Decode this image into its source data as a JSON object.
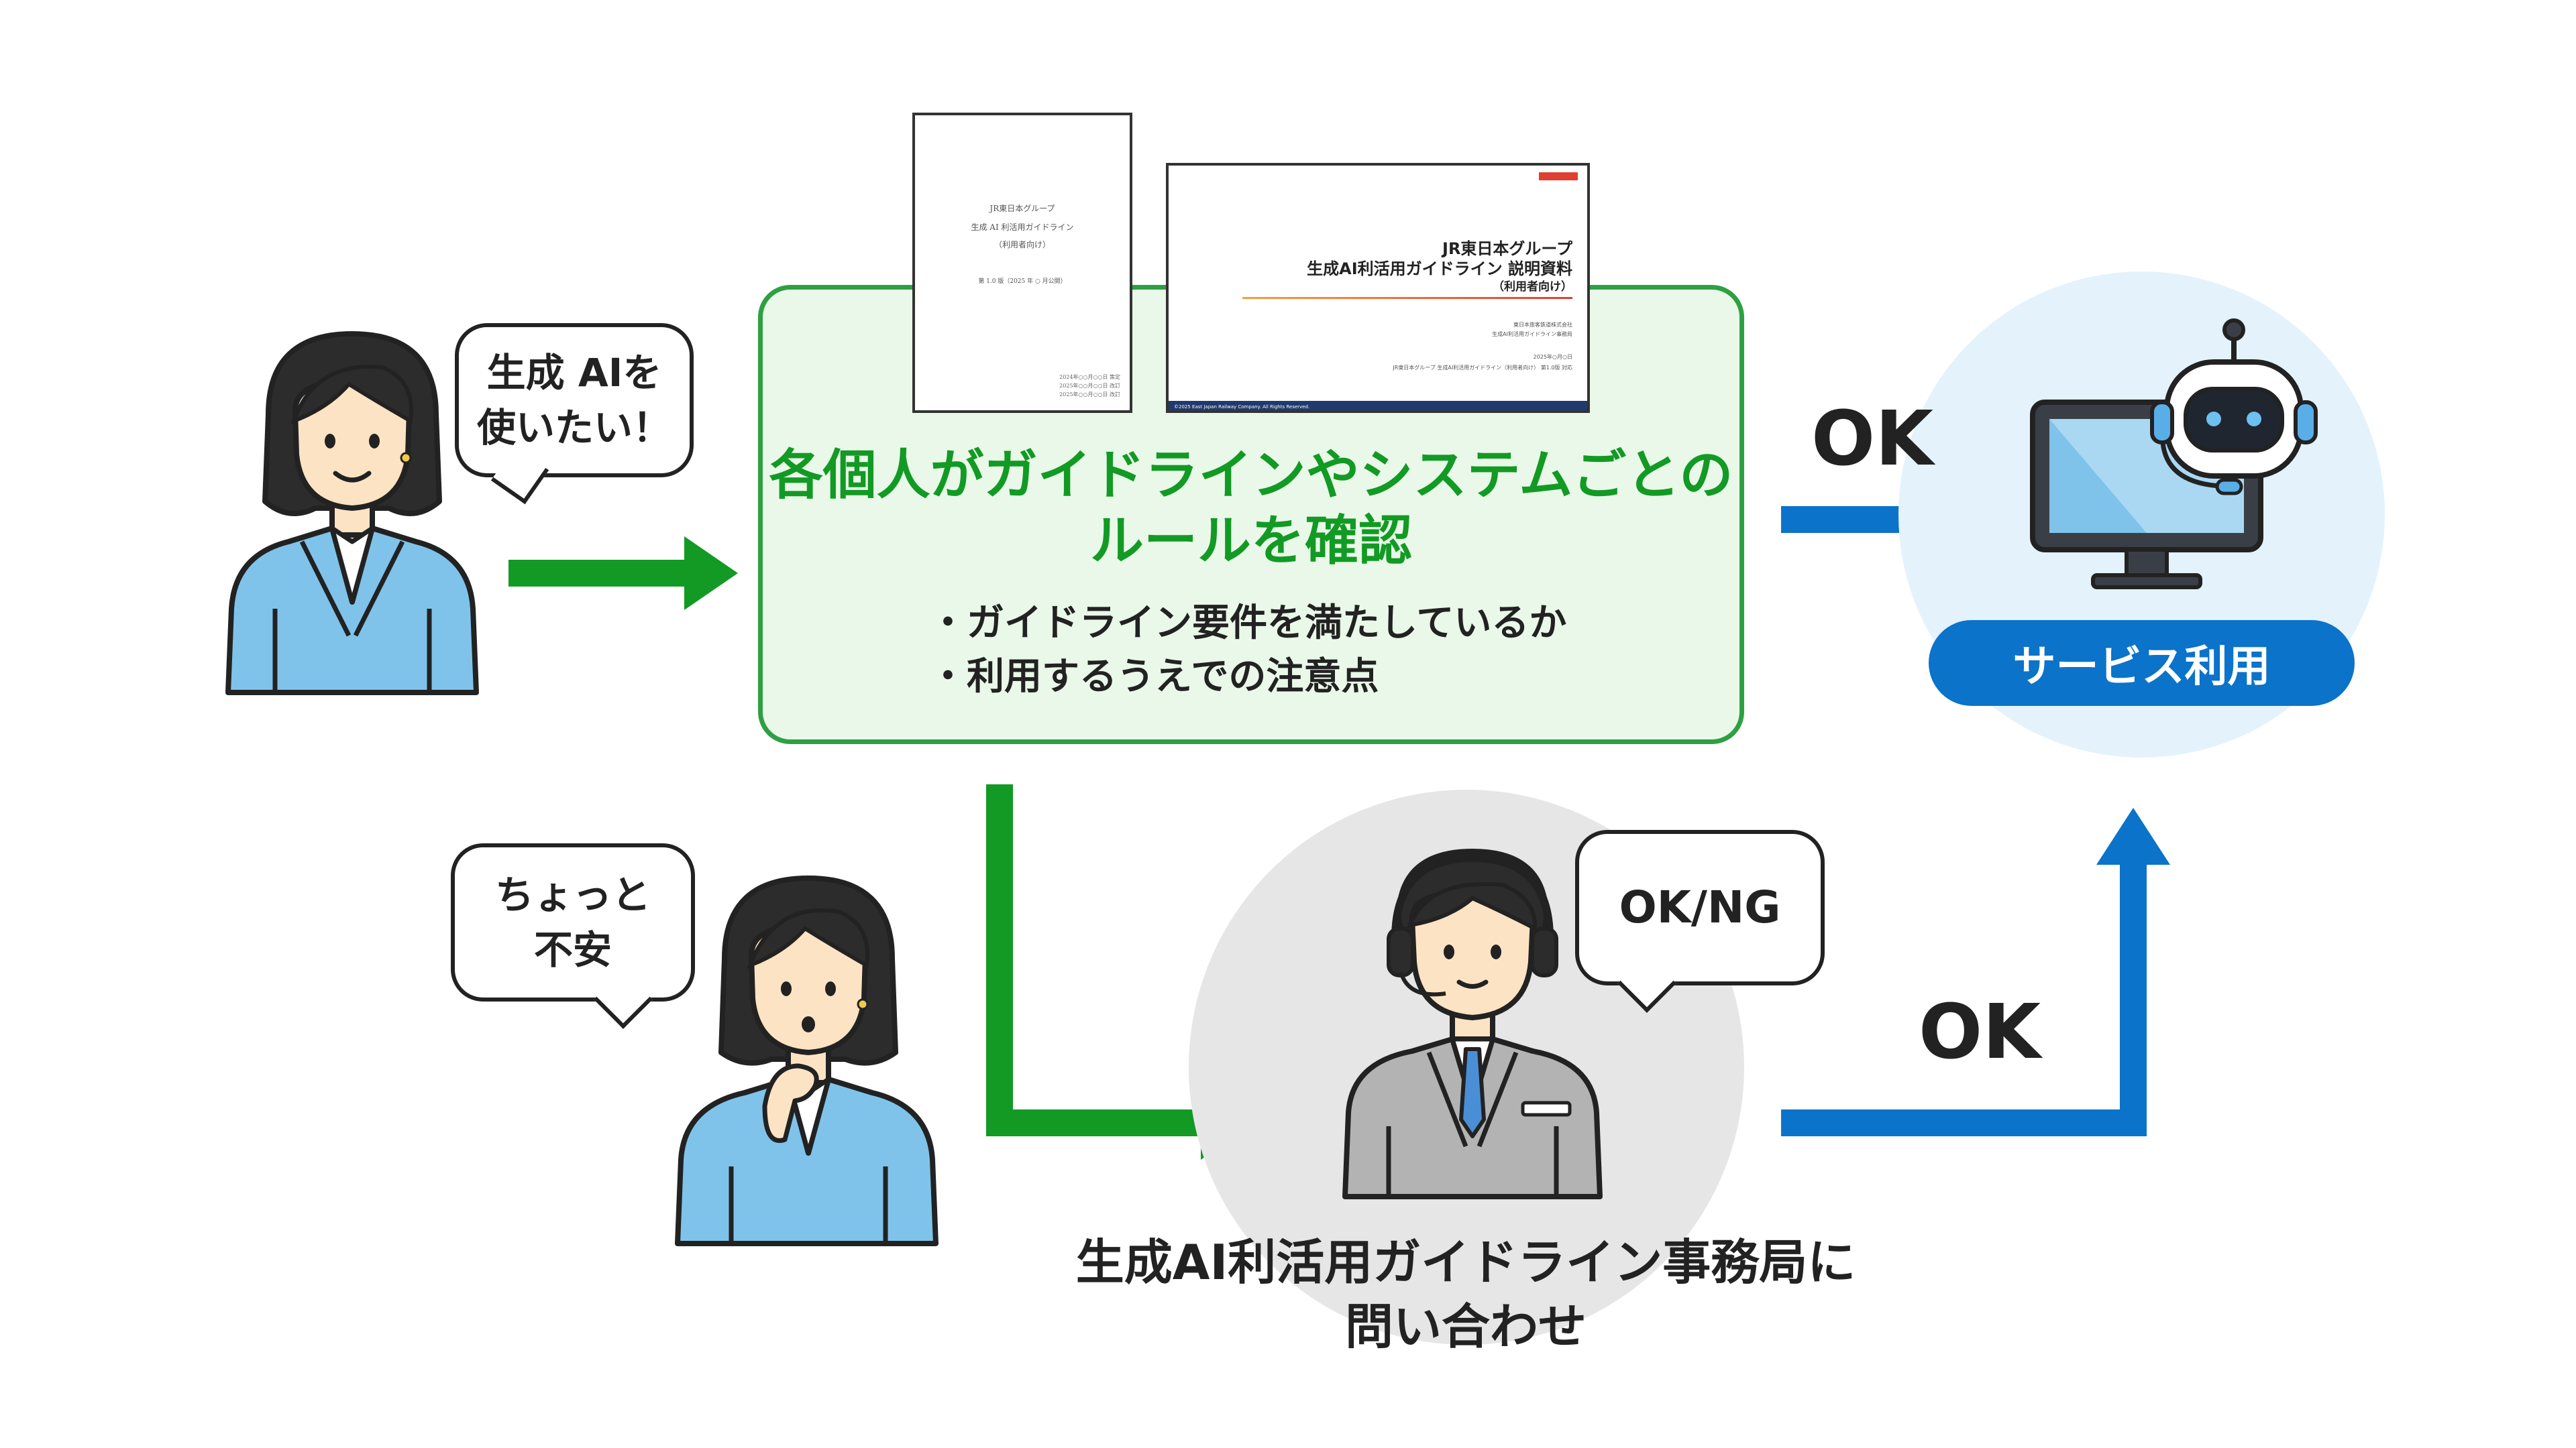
{
  "bubbles": {
    "want_ai": [
      "生成 AIを",
      "使いたい！"
    ],
    "anxious": [
      "ちょっと",
      "不安"
    ],
    "ok_ng": "OK/NG"
  },
  "rule_box": {
    "title_lines": [
      "各個人がガイドラインやシステムごとの",
      "ルールを確認"
    ],
    "bullets": [
      "・ガイドライン要件を満たしているか",
      "・利用するうえでの注意点"
    ]
  },
  "documents": {
    "portrait": {
      "lines": [
        "JR東日本グループ",
        "生成 AI 利活用ガイドライン",
        "（利用者向け）",
        "第 1.0 版（2025 年 ○ 月公開）"
      ],
      "footer": [
        "2024年○○月○○日 策定",
        "2025年○○月○○日 改訂",
        "2025年○○月○○日 改訂"
      ]
    },
    "slide": {
      "title_lines": [
        "JR東日本グループ",
        "生成AI利活用ガイドライン 説明資料"
      ],
      "subtitle": "（利用者向け）",
      "org_lines": [
        "東日本旅客鉄道株式会社",
        "生成AI利活用ガイドライン事務局"
      ],
      "date_line": "2025年○月○日",
      "ref_line": "JR東日本グループ 生成AI利活用ガイドライン（利用者向け） 第1.0版 対応",
      "footer": "©2025 East Japan Railway Company. All Rights Reserved."
    }
  },
  "ok_labels": {
    "top": "OK",
    "bottom": "OK"
  },
  "service_label": "サービス利用",
  "office_caption": [
    "生成AI利活用ガイドライン事務局に",
    "問い合わせ"
  ],
  "colors": {
    "green": "#129a24",
    "green_box_fill": "#e9f8e8",
    "blue": "#0b73c9",
    "service_bg": "#e4f2fc",
    "jacket_blue": "#7fc3ea",
    "office_bg": "#e6e6e6"
  }
}
